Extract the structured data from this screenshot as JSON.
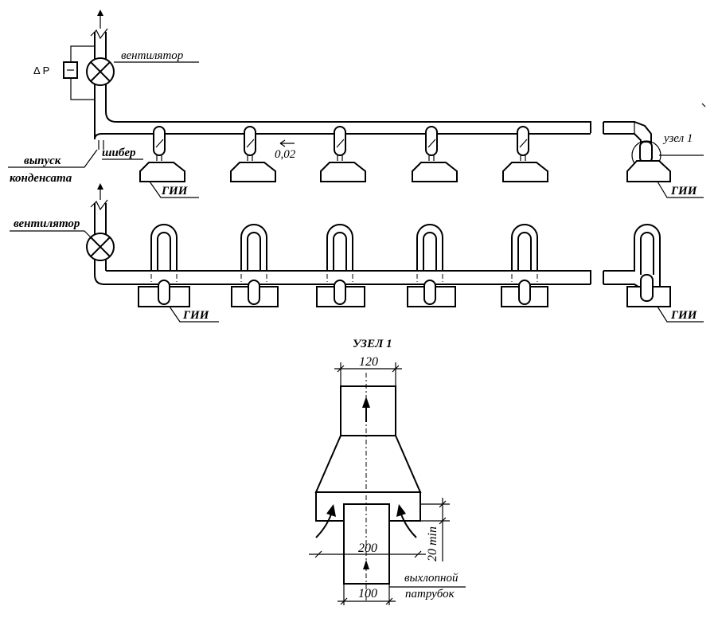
{
  "labels": {
    "fan_top": "вентилятор",
    "fan_bottom": "вентилятор",
    "pressure": "Δ Р",
    "damper": "шибер",
    "condensate_line1": "выпуск",
    "condensate_line2": "конденсата",
    "slope": "0,02",
    "node_callout": "узел 1",
    "gii_top_left": "ГИИ",
    "gii_top_right": "ГИИ",
    "gii_bottom_left": "ГИИ",
    "gii_bottom_right": "ГИИ",
    "detail_title": "УЗЕЛ 1",
    "dim_top": "120",
    "dim_middle": "200",
    "dim_bottom": "100",
    "dim_gap": "20 min",
    "exhaust_line1": "выхлопной",
    "exhaust_line2": "патрубок"
  }
}
